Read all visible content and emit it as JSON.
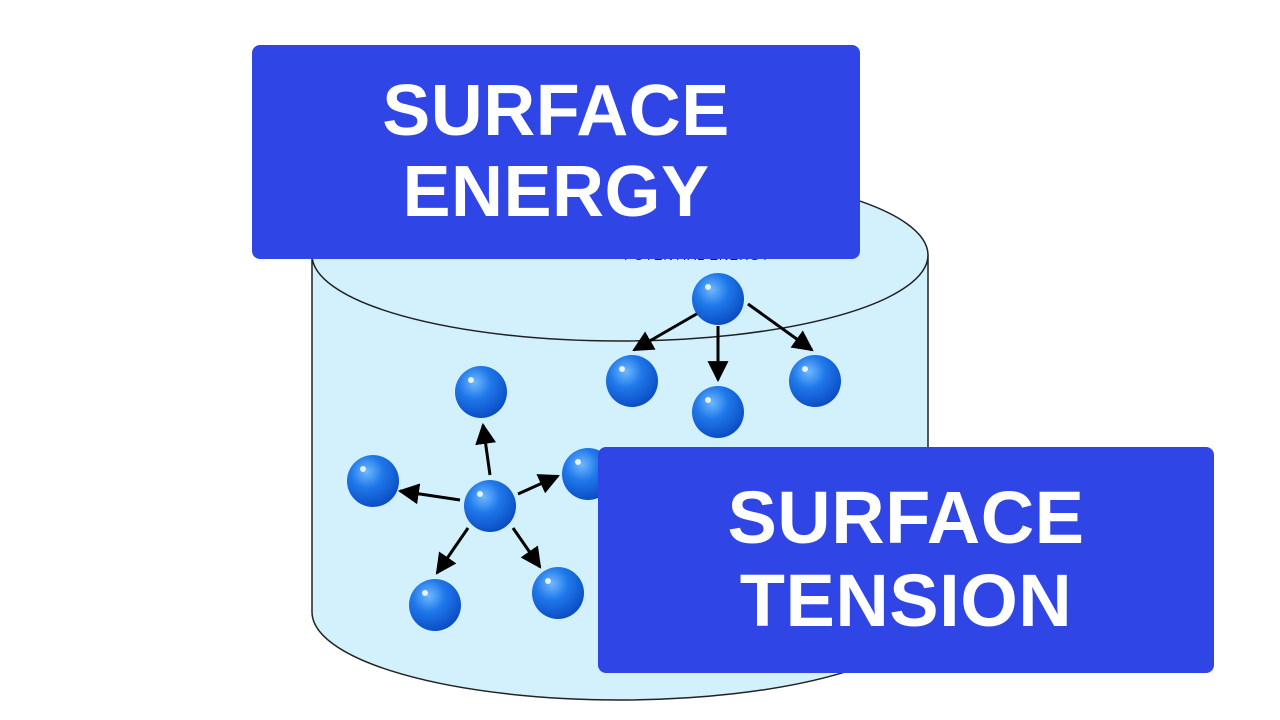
{
  "title_top": {
    "line1": "SURFACE",
    "line2": "ENERGY"
  },
  "title_bottom": {
    "line1": "SURFACE",
    "line2": "TENSION"
  },
  "partial_label": "POTENTIAL ENERGY",
  "colors": {
    "box": "#2f45e6",
    "box_text": "#ffffff",
    "liquid": "#cfeefd",
    "molecule": "#1c6fe0",
    "arrow": "#000000"
  },
  "icons": {
    "molecule": "sphere-icon",
    "force": "arrow-icon"
  }
}
